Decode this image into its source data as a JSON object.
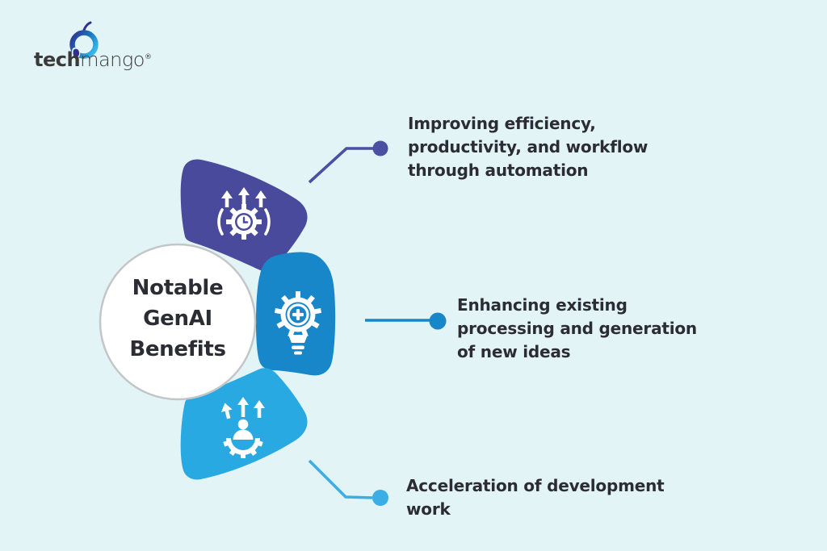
{
  "logo": {
    "brand_bold": "tech",
    "brand_light": "mango",
    "registered": "®",
    "icon": "mango-icon",
    "icon_gradient_start": "#2e3192",
    "icon_gradient_end": "#35b6ea"
  },
  "background_color": "#e3f4f7",
  "text_color": "#2b2c34",
  "center": {
    "title": "Notable\nGenAI\nBenefits",
    "fill": "#ffffff",
    "border_color": "#c3c6c9"
  },
  "petals": [
    {
      "label": "Improving efficiency,\nproductivity, and workflow\nthrough automation",
      "color": "#4a4a9d",
      "connector_color": "#4b50a5",
      "icon": "efficiency-automation-icon"
    },
    {
      "label": "Enhancing existing\nprocessing and generation\nof new ideas",
      "color": "#1787c9",
      "connector_color": "#1787c9",
      "icon": "idea-generation-icon"
    },
    {
      "label": "Acceleration of development\nwork",
      "color": "#29a9e1",
      "connector_color": "#3bafe5",
      "icon": "development-acceleration-icon"
    }
  ]
}
